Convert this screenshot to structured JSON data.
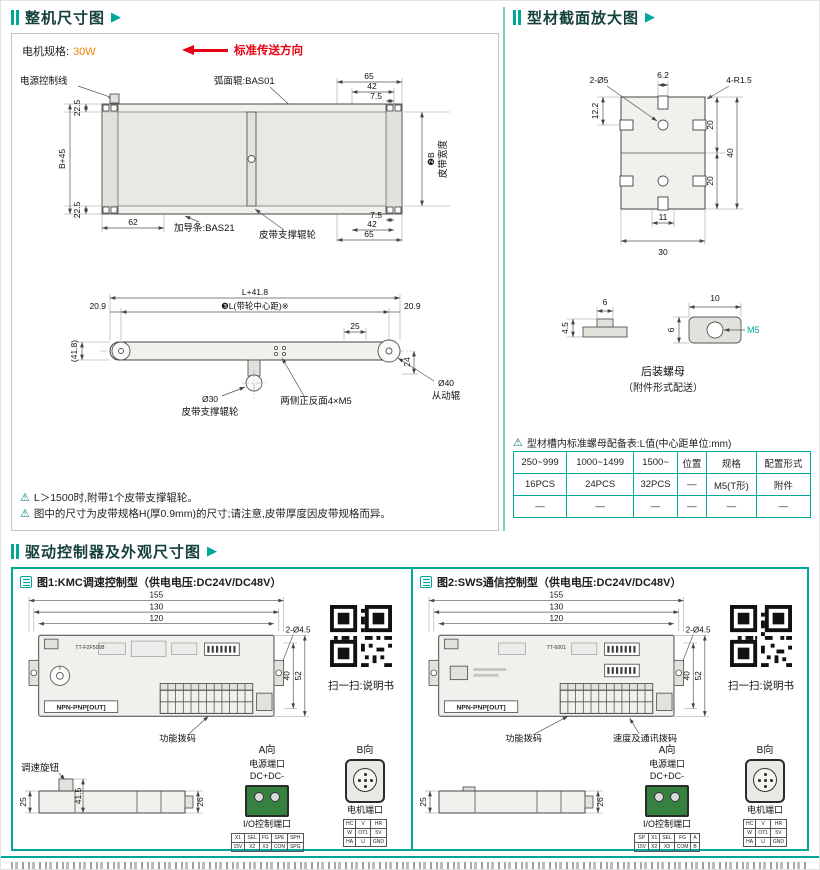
{
  "icons": {
    "header_arrow": "▶",
    "warning": "⚠"
  },
  "machine": {
    "title": "整机尺寸图",
    "motor_label": "电机规格:",
    "motor_value": "30W",
    "direction": "标准传送方向",
    "tv": {
      "power_line": "电源控制线",
      "arc_roller": "弧面辊:BAS01",
      "guide_bar": "加导条:BAS21",
      "belt_support": "皮带支撑辊轮",
      "belt_w1": "❷B",
      "belt_w2": "皮带宽度",
      "d_lt": "22.5",
      "d_lm": "B+45",
      "d_lb": "22.5",
      "d_b": "62",
      "d_tr1": "65",
      "d_tr2": "42",
      "d_tr3": "7.5",
      "d_br1": "7.5",
      "d_br2": "42",
      "d_br3": "65"
    },
    "sv": {
      "total": "L+41.8",
      "center": "❸L(带轮中心距)※",
      "l209": "20.9",
      "r209": "20.9",
      "d25": "25",
      "d24": "24",
      "h418": "(41.8)",
      "dia30": "Ø30",
      "support": "皮带支撑辊轮",
      "m5": "两侧正反面4×M5",
      "dia40": "Ø40",
      "driven": "从动辊"
    },
    "note1": "L＞1500时,附带1个皮带支撑辊轮。",
    "note2": "图中的尺寸为皮带规格H(厚0.9mm)的尺寸;请注意,皮带厚度因皮带规格而异。"
  },
  "profile": {
    "title": "型材截面放大图",
    "d": {
      "holes": "2-Ø5",
      "s62": "6.2",
      "r15": "4-R1.5",
      "s122": "12.2",
      "t20": "20",
      "b20": "20",
      "f40": "40",
      "s11": "11",
      "s30": "30"
    },
    "nut": {
      "w6": "6",
      "h45": "4.5",
      "w10": "10",
      "h6": "6",
      "m5": "M5",
      "cap1": "后装螺母",
      "cap2": "（附件形式配送）"
    },
    "table": {
      "title": "型材槽内标准螺母配备表:L值(中心距单位:mm)",
      "headers": [
        "250~999",
        "1000~1499",
        "1500~",
        "位置",
        "规格",
        "配置形式"
      ],
      "rows": [
        [
          "16PCS",
          "24PCS",
          "32PCS",
          "—",
          "M5(T形)",
          "附件"
        ],
        [
          "—",
          "—",
          "—",
          "—",
          "—",
          "—"
        ]
      ]
    }
  },
  "ctrl": {
    "title": "驱动控制器及外观尺寸图",
    "p1": {
      "title": "图1:KMC调速控制型（供电电压:DC24V/DC48V）",
      "model": "TT-F2F5008",
      "out": "NPN-PNP[OUT]",
      "d155": "155",
      "d130": "130",
      "d120": "120",
      "holes": "2-Ø4.5",
      "d40": "40",
      "d52": "52",
      "dip": "功能拨码",
      "qr": "扫一扫:说明书",
      "knob": "调速旋钮",
      "s415": "41.5",
      "s25": "25",
      "s26": "26",
      "a": "A向",
      "b": "B向",
      "power": "电源端口",
      "dc": "DC+DC-",
      "io": "I/O控制端口",
      "io_pins": [
        [
          "X1",
          "SEL",
          "FG",
          "SPE",
          "SPH"
        ],
        [
          "15V",
          "X2",
          "X3",
          "CON",
          "SPG"
        ]
      ],
      "motor": "电机端口",
      "m_pins": [
        [
          "HC",
          "V",
          "HR"
        ],
        [
          "W",
          "OT1",
          "5V"
        ],
        [
          "HA",
          "U",
          "GND"
        ]
      ]
    },
    "p2": {
      "title": "图2:SWS通信控制型（供电电压:DC24V/DC48V）",
      "model": "TT-6001",
      "out": "NPN-PNP[OUT]",
      "d155": "155",
      "d130": "130",
      "d120": "120",
      "holes": "2-Ø4.5",
      "d40": "40",
      "d52": "52",
      "dip1": "功能拨码",
      "dip2": "速度及通讯拨码",
      "qr": "扫一扫:说明书",
      "s25": "25",
      "s26": "26",
      "a": "A向",
      "b": "B向",
      "power": "电源端口",
      "dc": "DC+DC-",
      "io": "I/O控制端口",
      "io_pins": [
        [
          "SP",
          "X1",
          "SEL",
          "FG",
          "A"
        ],
        [
          "15V",
          "X2",
          "X3",
          "COM",
          "B"
        ]
      ],
      "motor": "电机端口",
      "m_pins": [
        [
          "HC",
          "V",
          "HR"
        ],
        [
          "W",
          "OT1",
          "5V"
        ],
        [
          "HA",
          "U",
          "GND"
        ]
      ]
    }
  }
}
